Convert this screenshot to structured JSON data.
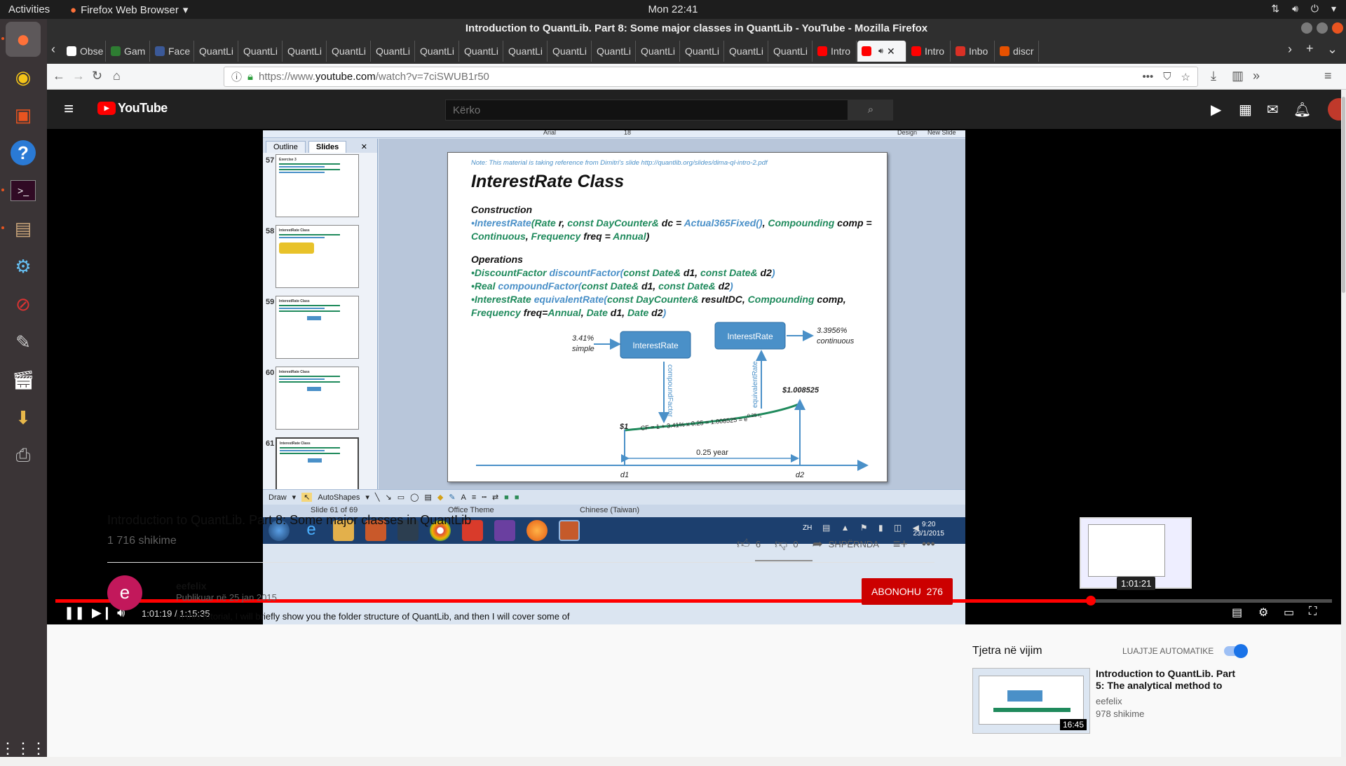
{
  "topbar": {
    "activities": "Activities",
    "app_name": "Firefox Web Browser",
    "clock": "Mon 22:41"
  },
  "firefox": {
    "title": "Introduction to QuantLib. Part 8: Some major classes in QuantLib - YouTube - Mozilla Firefox",
    "url_prefix": "https://www.",
    "url_domain": "youtube.com",
    "url_path": "/watch?v=7ciSWUB1r50",
    "tabs": [
      {
        "label": "Obse",
        "color": "#ffffff"
      },
      {
        "label": "Gam",
        "color": "#2e7d32"
      },
      {
        "label": "Face",
        "color": "#3b5998"
      },
      {
        "label": "QuantLi",
        "color": ""
      },
      {
        "label": "QuantLi",
        "color": ""
      },
      {
        "label": "QuantLi",
        "color": ""
      },
      {
        "label": "QuantLi",
        "color": ""
      },
      {
        "label": "QuantLi",
        "color": ""
      },
      {
        "label": "QuantLi",
        "color": ""
      },
      {
        "label": "QuantLi",
        "color": ""
      },
      {
        "label": "QuantLi",
        "color": ""
      },
      {
        "label": "QuantLi",
        "color": ""
      },
      {
        "label": "QuantLi",
        "color": ""
      },
      {
        "label": "QuantLi",
        "color": ""
      },
      {
        "label": "QuantLi",
        "color": ""
      },
      {
        "label": "QuantLi",
        "color": ""
      },
      {
        "label": "QuantLi",
        "color": ""
      },
      {
        "label": "Intro",
        "color": "#ff0000"
      },
      {
        "label": "",
        "color": "#ff0000"
      },
      {
        "label": "Intro",
        "color": "#ff0000"
      },
      {
        "label": "Inbo",
        "color": "#d93025"
      },
      {
        "label": "discr",
        "color": "#e65100"
      }
    ]
  },
  "youtube": {
    "logo": "YouTube",
    "search_placeholder": "Kërko",
    "player": {
      "current_time": "1:01:19",
      "duration": "1:15:35",
      "time_sep": " / ",
      "progress_fraction": 0.811,
      "hover_time": "1:01:21"
    },
    "video_title": "Introduction to QuantLib. Part 8: Some major classes in QuantLib",
    "views": "1 716 shikime",
    "likes": "6",
    "dislikes": "0",
    "share": "SHPËRNDA",
    "channel": {
      "initial": "e",
      "name": "eefelix",
      "published": "Publikuar në 25 jan 2015"
    },
    "subscribe": {
      "label": "ABONOHU",
      "count": "276"
    },
    "description": "In this tutorial, I will briefly show you the folder structure of QuantLib, and then I will cover some of",
    "up_next": {
      "heading": "Tjetra në vijim",
      "autoplay": "LUAJTJE AUTOMATIKE",
      "title": "Introduction to QuantLib. Part 5: The analytical method to",
      "channel": "eefelix",
      "views": "978 shikime",
      "duration": "16:45"
    }
  },
  "slide_app": {
    "toolbar_font": "Arial",
    "toolbar_size": "18",
    "toolbar_design": "Design",
    "toolbar_newslide": "New Slide",
    "tab_outline": "Outline",
    "tab_slides": "Slides",
    "thumb_numbers": [
      "57",
      "58",
      "59",
      "60",
      "61"
    ],
    "thumb_titles": [
      "Exercise 3",
      "InterestRate Class",
      "InterestRate Class",
      "InterestRate Class",
      "InterestRate Class"
    ],
    "draw_label": "Draw",
    "autoshapes_label": "AutoShapes",
    "status_slide": "Slide 61 of 69",
    "status_theme": "Office Theme",
    "status_lang": "Chinese (Taiwan)",
    "taskbar_lang": "ZH",
    "taskbar_time": "9:20",
    "taskbar_date": "23/1/2015"
  },
  "slide": {
    "note": "Note: This material is taking reference from Dimitri's slide http://quantlib.org/slides/dima-ql-intro-2.pdf",
    "title": "InterestRate Class",
    "construction_heading": "Construction",
    "operations_heading": "Operations",
    "c1": "•InterestRate",
    "c2": "(Rate",
    "c3": " r, ",
    "c4": "const DayCounter&",
    "c5": " dc = ",
    "c6": "Actual365Fixed()",
    "c7": ", ",
    "c8": "Compounding",
    "c9": " comp =",
    "c10": "Continuous",
    "c11": ", ",
    "c12": "Frequency",
    "c13": " freq = ",
    "c14": "Annual",
    "c15": ")",
    "o1a": "•DiscountFactor ",
    "o1b": "discountFactor(",
    "o1c": "const Date&",
    "o1d": " d1, ",
    "o1e": "const Date&",
    "o1f": " d2",
    "o1g": ")",
    "o2a": "•Real ",
    "o2b": "compoundFactor(",
    "o2c": "const Date&",
    "o2d": " d1, ",
    "o2e": "const Date&",
    "o2f": " d2",
    "o2g": ")",
    "o3a": "•InterestRate ",
    "o3b": "equivalentRate(",
    "o3c": "const DayCounter&",
    "o3d": " resultDC, ",
    "o3e": "Compounding",
    "o3f": " comp,",
    "o4a": "Frequency",
    "o4b": " freq=",
    "o4c": "Annual",
    "o4d": ", ",
    "o4e": "Date",
    "o4f": " d1, ",
    "o4g": "Date",
    "o4h": " d2",
    "o4i": ")",
    "diagram": {
      "rate1_value": "3.41%",
      "rate1_type": "simple",
      "box1": "InterestRate",
      "box2": "InterestRate",
      "rate2_value": "3.3956%",
      "rate2_type": "continuous",
      "compound_label": "compoundFactor",
      "equivalent_label": "equivalentRate",
      "future_value": "$1.008525",
      "present_value": "$1",
      "formula": "CF = 1 + 3.41% x 0.25 = 1.008525 = e",
      "formula_exp": "0.25 r",
      "formula_exp_sub": "c",
      "period": "0.25 year",
      "d1": "d1",
      "d2": "d2"
    }
  },
  "colors": {
    "yt_red": "#ff0000",
    "green_code": "#1f8a5c",
    "blue_code": "#4a90c8",
    "box_blue": "#4a90c8"
  }
}
